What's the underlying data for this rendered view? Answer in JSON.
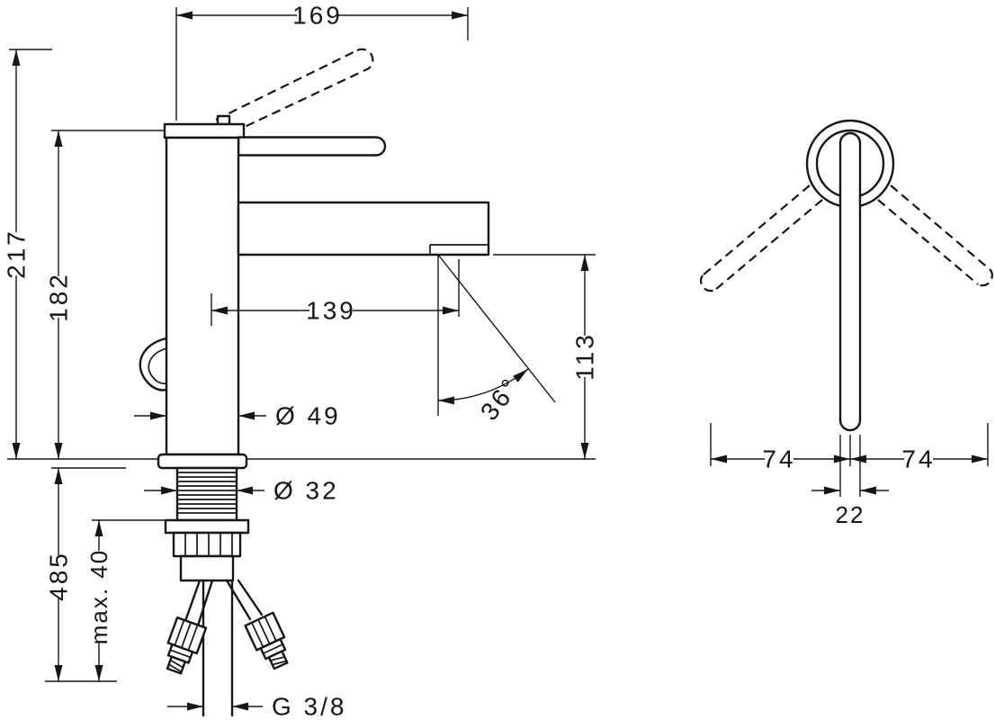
{
  "side_view": {
    "top_width": "169",
    "total_height": "217",
    "body_height": "182",
    "spout_reach": "139",
    "outlet_height": "113",
    "stream_angle": "36°",
    "body_diameter": "Ø 49",
    "shank_diameter": "Ø 32",
    "hose_length": "485",
    "max_deck_thickness": "max. 40",
    "thread": "G 3/8"
  },
  "front_view": {
    "swing_left": "74",
    "swing_right": "74",
    "lever_width": "22"
  }
}
